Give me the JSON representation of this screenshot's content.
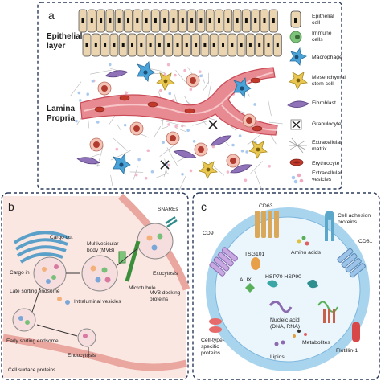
{
  "panel_a": {
    "letter": "a",
    "epithelial_layer": [
      "Epithelial",
      "layer"
    ],
    "lamina_propria": [
      "Lamina",
      "Propria"
    ],
    "legend": [
      {
        "id": "epithelial",
        "lines": [
          "Epithelial",
          "cell"
        ]
      },
      {
        "id": "immune",
        "lines": [
          "Immune",
          "cells"
        ]
      },
      {
        "id": "macrophage",
        "lines": [
          "Macrophage"
        ]
      },
      {
        "id": "msc",
        "lines": [
          "Mesenchymal",
          "stem cell"
        ]
      },
      {
        "id": "fibroblast",
        "lines": [
          "Fibroblast"
        ]
      },
      {
        "id": "granulocyte",
        "lines": [
          "Granulocyte"
        ]
      },
      {
        "id": "ecm",
        "lines": [
          "Extracellular",
          "matrix"
        ]
      },
      {
        "id": "erythrocyte",
        "lines": [
          "Erythrocyte"
        ]
      },
      {
        "id": "ev",
        "lines": [
          "Extracellular",
          "vesicles"
        ]
      }
    ]
  },
  "panel_b": {
    "letter": "b",
    "labels": {
      "cargo_out": "Cargo out",
      "multivesicular_body": [
        "Multivesicular",
        "body (MVB)"
      ],
      "snares": "SNAREs",
      "cargo_in": "Cargo in",
      "late_sorting": "Late sorting endsome",
      "microtubule": "Microtubule",
      "exocytosis": "Exocytosis",
      "intraluminal": "Intraluminal vesicles",
      "mvb_docking": [
        "MVB docking",
        "proteins"
      ],
      "early_sorting": "Early sorting endsome",
      "endocytosis": "Endocytosis",
      "surface_proteins": "Cell surface proteins"
    }
  },
  "panel_c": {
    "letter": "c",
    "labels": {
      "cd63": "CD63",
      "adhesion": [
        "Cell adhesion",
        "proteins"
      ],
      "cd9": "CD9",
      "cd81": "CD81",
      "tsg101": "TSG101",
      "amino_acids": "Amino acids",
      "alix": "ALIX",
      "hsp": "HSP70 HSP90",
      "nucleic": [
        "Nucleic acid",
        "(DNA, RNA)"
      ],
      "specific": [
        "Cell-type-",
        "specific",
        "proteins"
      ],
      "metabolites": "Metabolites",
      "flotillin": "Flotillin-1",
      "lipids": "Lipids"
    }
  },
  "colors": {
    "epithelium": "#ead5b0",
    "nucleus": "#111111",
    "vessel": "#e07a82",
    "vessel_dark": "#c94b57",
    "macrophage": "#4aa3d8",
    "immune": "#7cc47a",
    "fibroblast": "#8f72b8",
    "msc": "#e8c64f",
    "erythrocyte": "#c0392b",
    "cell_bg_b": "#fbe7e2",
    "membrane_c": "#a9d4ee",
    "dash": "#2b3a5c"
  }
}
